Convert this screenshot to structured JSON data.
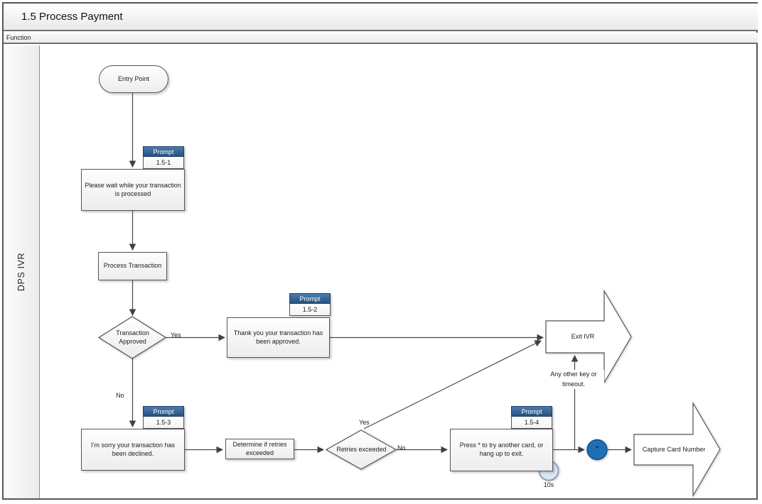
{
  "title": "1.5 Process Payment",
  "band": {
    "label": "Function"
  },
  "lane": {
    "label": "DPS IVR"
  },
  "colors": {
    "prompt_header": "#2e5f92",
    "connector_circle": "#1f6fb5",
    "clock_fill": "#d9e6f4",
    "line": "#474747"
  },
  "nodes": {
    "entry": {
      "label": "Entry Point"
    },
    "prompt1": {
      "tab": "Prompt",
      "id": "1.5-1",
      "text": "Please wait while your transaction is processed"
    },
    "process": {
      "label": "Process Transaction"
    },
    "decision_approved": {
      "label": "Transaction Approved"
    },
    "prompt2": {
      "tab": "Prompt",
      "id": "1.5-2",
      "text": "Thank you your transaction has been approved."
    },
    "exit_ivr": {
      "label": "Exit IVR"
    },
    "prompt3": {
      "tab": "Prompt",
      "id": "1.5-3",
      "text": "I’m sorry your transaction has been declined."
    },
    "determine": {
      "label": "Determine if retries exceeded"
    },
    "decision_retries": {
      "label": "Retries exceeded"
    },
    "prompt4": {
      "tab": "Prompt",
      "id": "1.5-4",
      "text": "Press * to try another card, or hang up to exit."
    },
    "capture": {
      "label": "Capture Card Number"
    },
    "connector": {
      "symbol": "*"
    },
    "timer": {
      "label": "10s"
    }
  },
  "edges": {
    "approved_yes": "Yes",
    "approved_no": "No",
    "retries_yes": "Yes",
    "retries_no": "No",
    "any_key": "Any other key or timeout."
  }
}
